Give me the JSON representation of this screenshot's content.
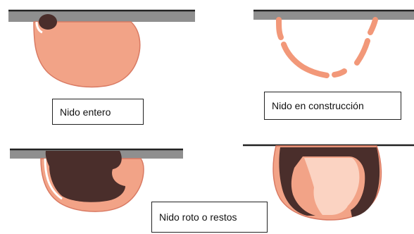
{
  "panels": [
    {
      "id": "entero",
      "label": "Nido entero"
    },
    {
      "id": "construccion",
      "label": "Nido en construcción"
    },
    {
      "id": "roto",
      "label": "Nido roto o restos"
    },
    {
      "id": "restos",
      "label": ""
    }
  ],
  "colors": {
    "surface_band": "#8f8f8f",
    "surface_line": "#222222",
    "nest_fill": "#f2a387",
    "nest_outline": "#d97a63",
    "nest_rim": "#ffffff",
    "nest_dark": "#4a2e2b",
    "nest_light": "#fbd3c2",
    "nest_segment": "#f29879"
  }
}
